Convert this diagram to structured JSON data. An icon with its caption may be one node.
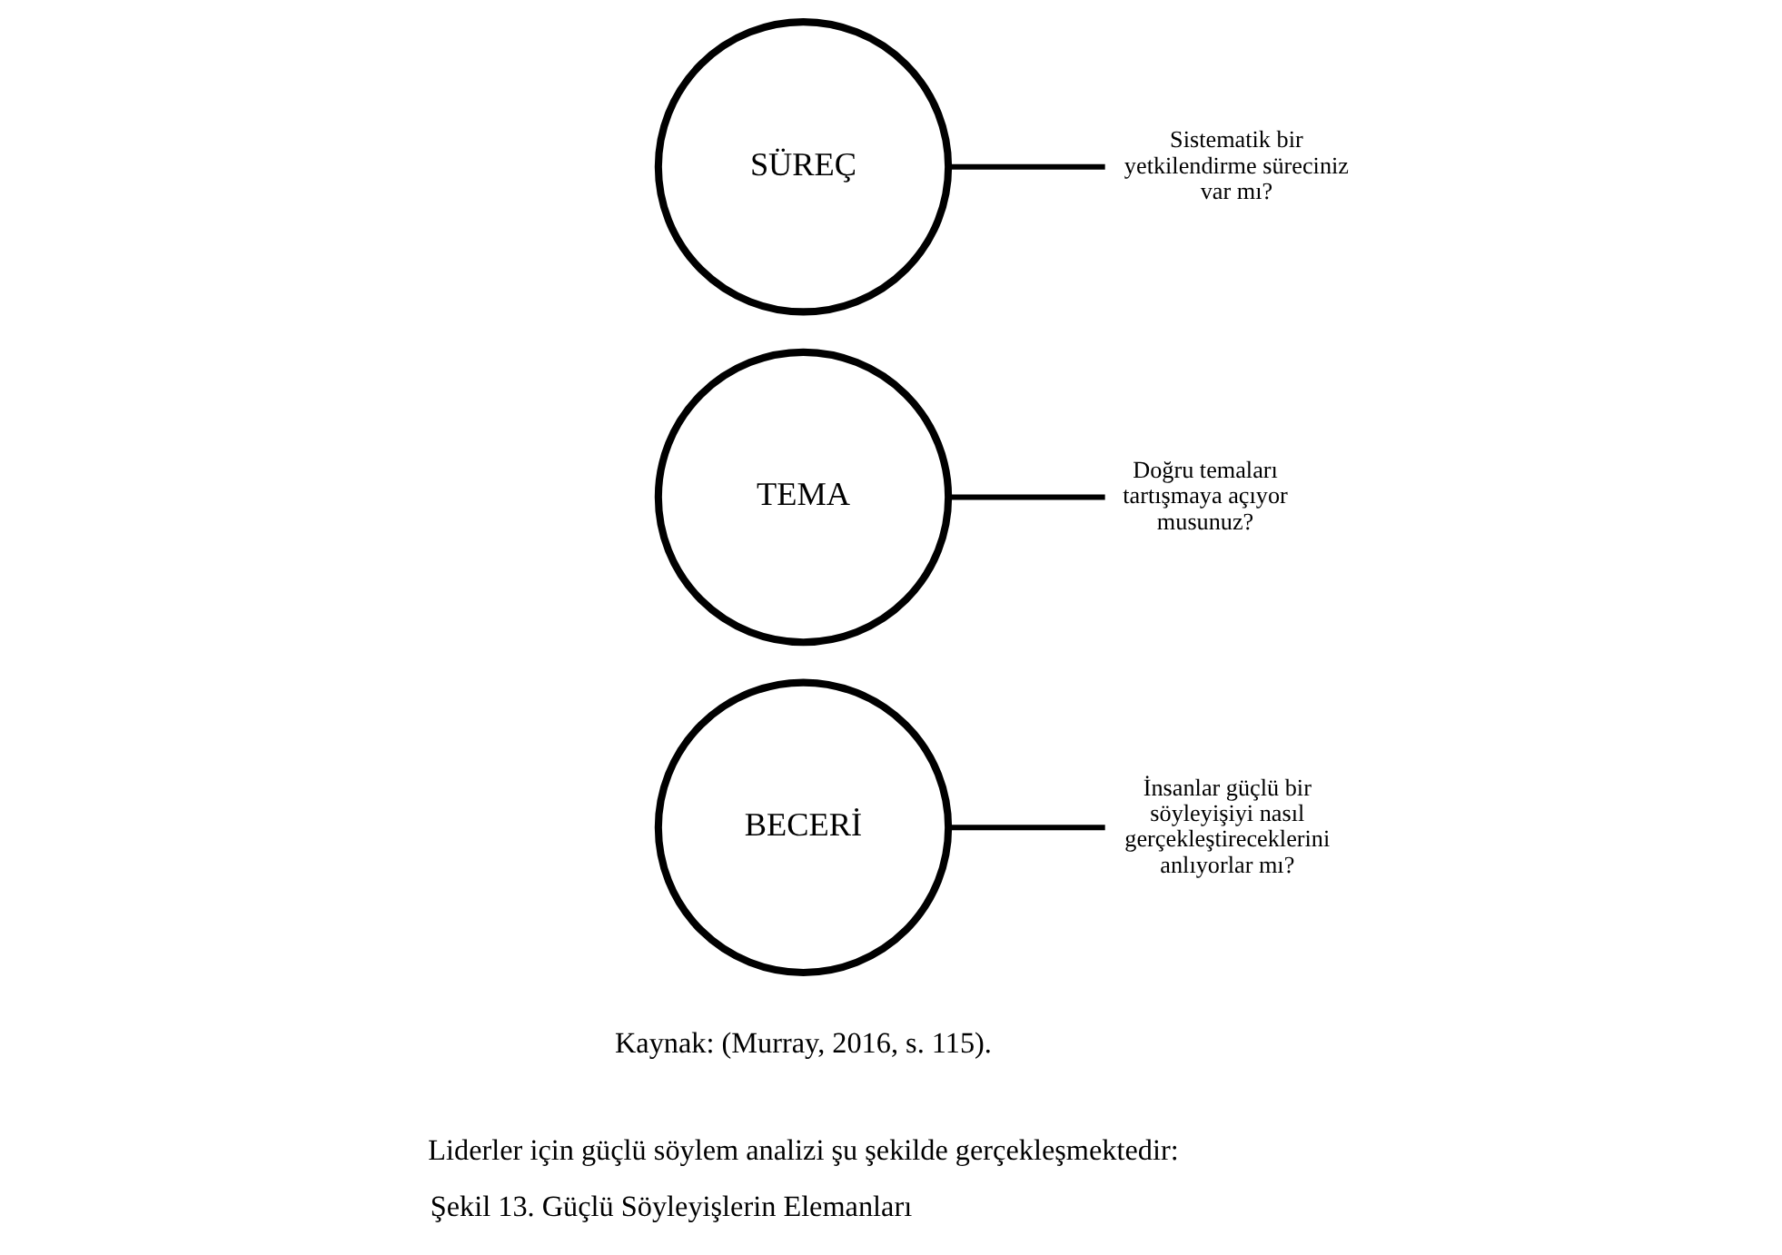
{
  "diagram": {
    "caption": "Şekil 13. Güçlü Söyleyişlerin Elemanları",
    "nodes": [
      {
        "text": [
          "SÜREÇ"
        ]
      },
      {
        "text": [
          "TEMA"
        ]
      },
      {
        "text": [
          "BECERİ"
        ]
      },
      {
        "text": [
          "Sistematik bir yetkilendirme süreciniz var mı?"
        ]
      },
      {
        "text": [
          "Doğru temaları tartışmaya açıyor musunuz?"
        ]
      },
      {
        "text": [
          "İnsanlar güçlü bir söyleyişiyi nasıl gerçekleştireceklerini anlıyorlar mı?"
        ]
      }
    ],
    "edges": [
      {
        "from": 0,
        "to": 3,
        "arrow": "none"
      },
      {
        "from": 1,
        "to": 4,
        "arrow": "none"
      },
      {
        "from": 2,
        "to": 5,
        "arrow": "none"
      }
    ],
    "labels": [
      "Kaynak: (Murray, 2016, s. 115).",
      "Liderler için güçlü söylem analizi şu şekilde gerçekleşmektedir:"
    ]
  }
}
